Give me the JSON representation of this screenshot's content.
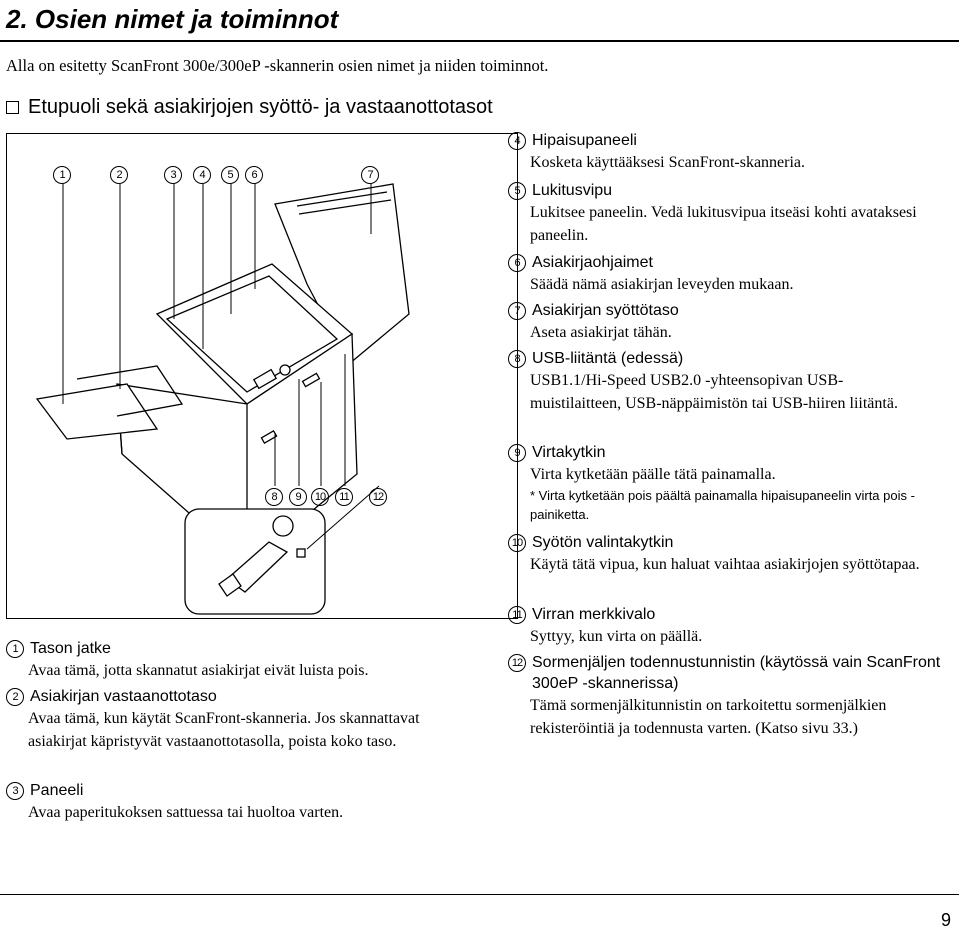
{
  "title": "2. Osien nimet ja toiminnot",
  "intro": "Alla on esitetty ScanFront 300e/300eP -skannerin osien nimet ja niiden toiminnot.",
  "section": "Etupuoli sekä asiakirjojen syöttö- ja vastaanottotasot",
  "figure_callouts": [
    "1",
    "2",
    "3",
    "4",
    "5",
    "6",
    "7",
    "8",
    "9",
    "10",
    "11",
    "12"
  ],
  "items": [
    {
      "num": "1",
      "title": "Tason jatke",
      "desc": "Avaa tämä, jotta skannatut asiakirjat eivät luista pois."
    },
    {
      "num": "2",
      "title": "Asiakirjan vastaanottotaso",
      "desc": "Avaa tämä, kun käytät ScanFront-skanneria. Jos skannattavat asiakirjat käpristyvät vastaanottotasolla, poista koko taso."
    },
    {
      "num": "3",
      "title": "Paneeli",
      "desc": "Avaa paperitukoksen sattuessa tai huoltoa varten."
    },
    {
      "num": "4",
      "title": "Hipaisupaneeli",
      "desc": "Kosketa käyttääksesi ScanFront-skanneria."
    },
    {
      "num": "5",
      "title": "Lukitusvipu",
      "desc": "Lukitsee paneelin. Vedä lukitusvipua itseäsi kohti avataksesi paneelin."
    },
    {
      "num": "6",
      "title": "Asiakirjaohjaimet",
      "desc": "Säädä nämä asiakirjan leveyden mukaan."
    },
    {
      "num": "7",
      "title": "Asiakirjan syöttötaso",
      "desc": "Aseta asiakirjat tähän."
    },
    {
      "num": "8",
      "title": "USB-liitäntä (edessä)",
      "desc": "USB1.1/Hi-Speed USB2.0 -yhteensopivan USB-muistilaitteen, USB-näppäimistön tai USB-hiiren liitäntä."
    },
    {
      "num": "9",
      "title": "Virtakytkin",
      "desc": "Virta kytketään päälle tätä painamalla.",
      "note": "* Virta kytketään pois päältä painamalla hipaisupaneelin virta pois -painiketta."
    },
    {
      "num": "10",
      "title": "Syötön valintakytkin",
      "desc": "Käytä tätä vipua, kun haluat vaihtaa asiakirjojen syöttötapaa."
    },
    {
      "num": "11",
      "title": "Virran merkkivalo",
      "desc": "Syttyy, kun virta on päällä."
    },
    {
      "num": "12",
      "title": "Sormenjäljen todennustunnistin (käytössä vain ScanFront 300eP -skannerissa)",
      "desc": "Tämä sormenjälkitunnistin on tarkoitettu sormenjälkien rekisteröintiä ja todennusta varten. (Katso sivu 33.)"
    }
  ],
  "page_number": "9"
}
